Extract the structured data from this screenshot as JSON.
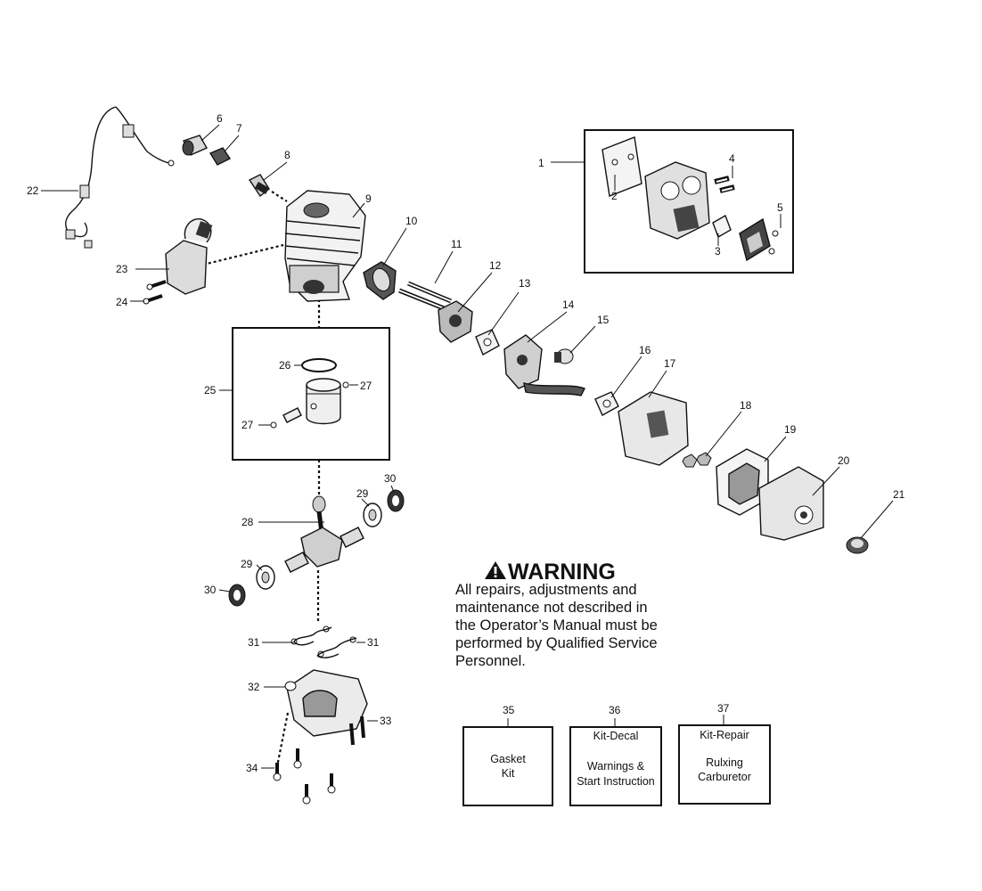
{
  "callouts": {
    "c1": "1",
    "c2": "2",
    "c3": "3",
    "c4": "4",
    "c5": "5",
    "c6": "6",
    "c7": "7",
    "c8": "8",
    "c9": "9",
    "c10": "10",
    "c11": "11",
    "c12": "12",
    "c13": "13",
    "c14": "14",
    "c15": "15",
    "c16": "16",
    "c17": "17",
    "c18": "18",
    "c19": "19",
    "c20": "20",
    "c21": "21",
    "c22": "22",
    "c23": "23",
    "c24": "24",
    "c25": "25",
    "c26": "26",
    "c27a": "27",
    "c27b": "27",
    "c28": "28",
    "c29a": "29",
    "c29b": "29",
    "c30a": "30",
    "c30b": "30",
    "c31a": "31",
    "c31b": "31",
    "c32": "32",
    "c33": "33",
    "c34": "34",
    "c35": "35",
    "c36": "36",
    "c37": "37"
  },
  "warning": {
    "title": "WARNING",
    "lines": [
      "All repairs, adjustments and",
      "maintenance not described in",
      "the Operator’s Manual must be",
      "performed by Qualified Service",
      "Personnel."
    ]
  },
  "kits": {
    "k35": {
      "lines": [
        "Gasket",
        "Kit"
      ]
    },
    "k36": {
      "header": "Kit-Decal",
      "lines": [
        "Warnings &",
        "Start Instruction"
      ]
    },
    "k37": {
      "header": "Kit-Repair",
      "lines": [
        "Rulxing",
        "Carburetor"
      ]
    }
  }
}
